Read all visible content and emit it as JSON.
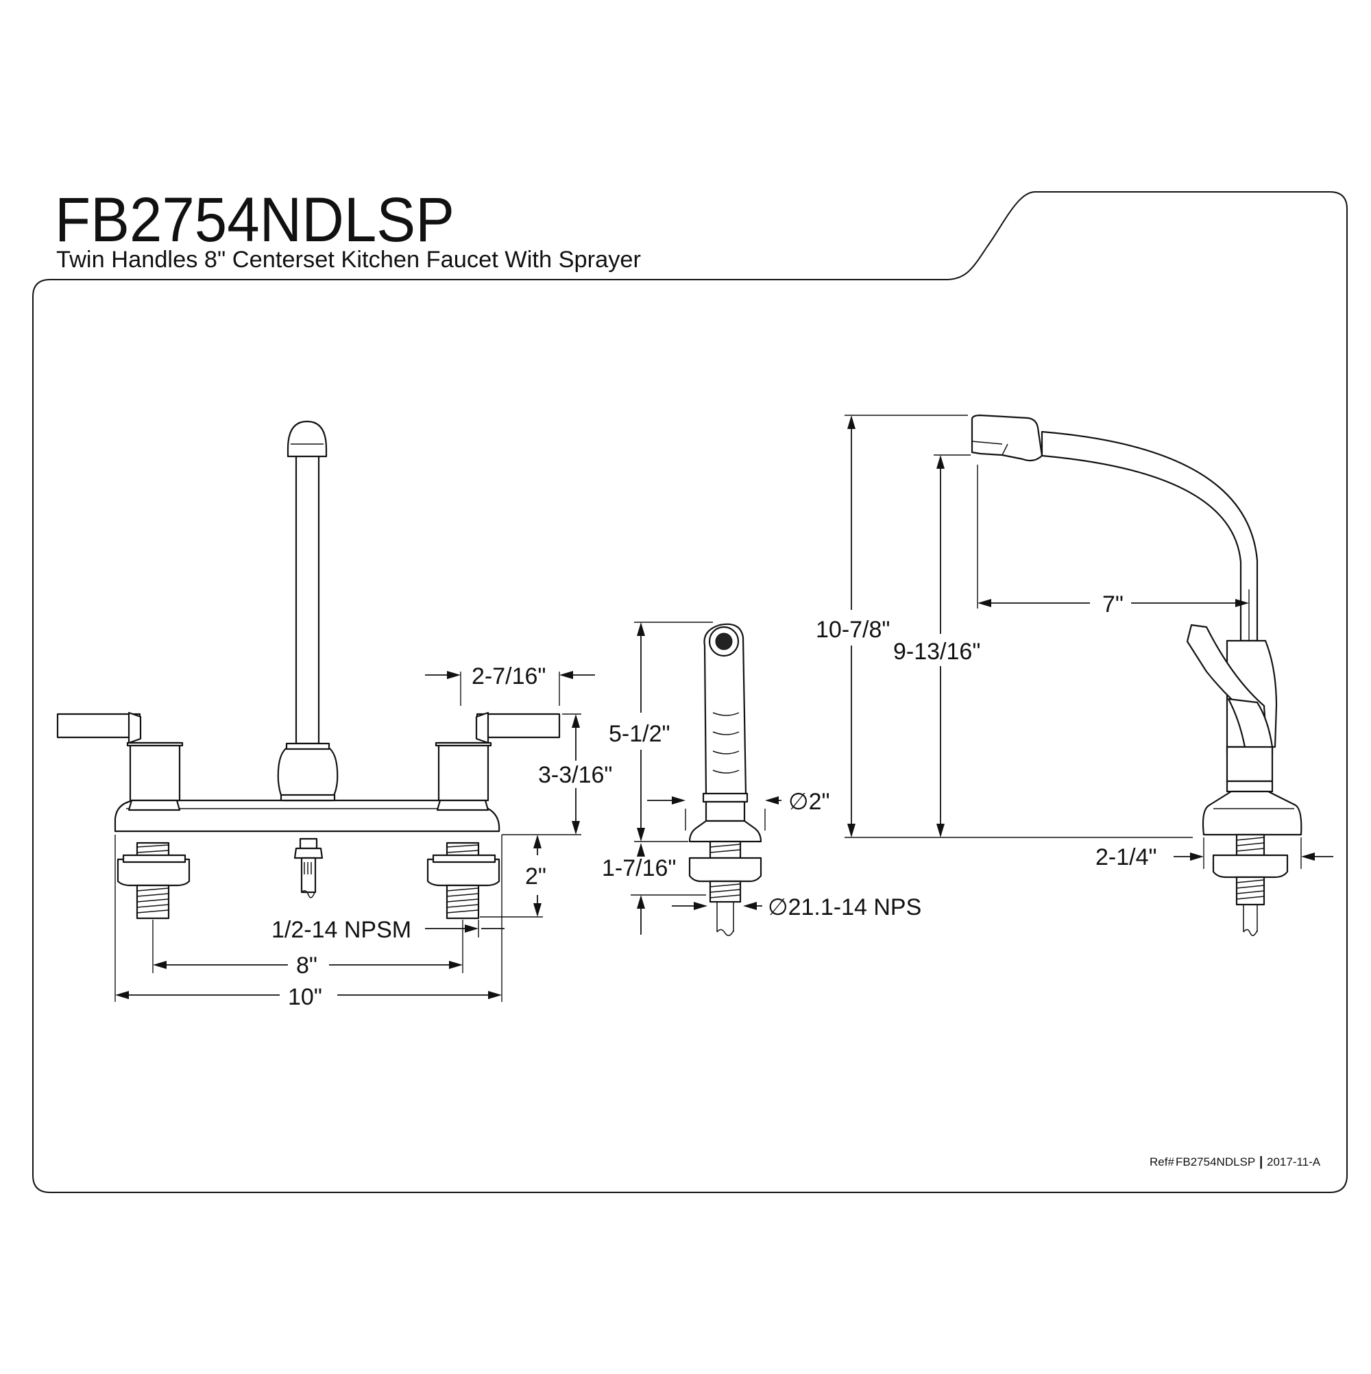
{
  "header": {
    "model": "FB2754NDLSP",
    "description": "Twin Handles 8\" Centerset Kitchen Faucet With Sprayer"
  },
  "footer": {
    "ref_label": "Ref#",
    "ref_model": "FB2754NDLSP",
    "separator": "|",
    "revision": "2017-11-A"
  },
  "dimensions": {
    "handle_width": "2-7/16\"",
    "handle_height": "3-3/16\"",
    "deck_to_thread_end": "2\"",
    "inlet_thread": "1/2-14 NPSM",
    "center_to_center": "8\"",
    "overall_width": "10\"",
    "sprayer_height": "5-1/2\"",
    "sprayer_base_diameter": "∅2\"",
    "sprayer_shank_length": "1-7/16\"",
    "sprayer_thread": "∅21.1-14 NPS",
    "overall_height": "10-7/8\"",
    "spout_clearance": "9-13/16\"",
    "spout_reach": "7\"",
    "base_depth": "2-1/4\""
  }
}
